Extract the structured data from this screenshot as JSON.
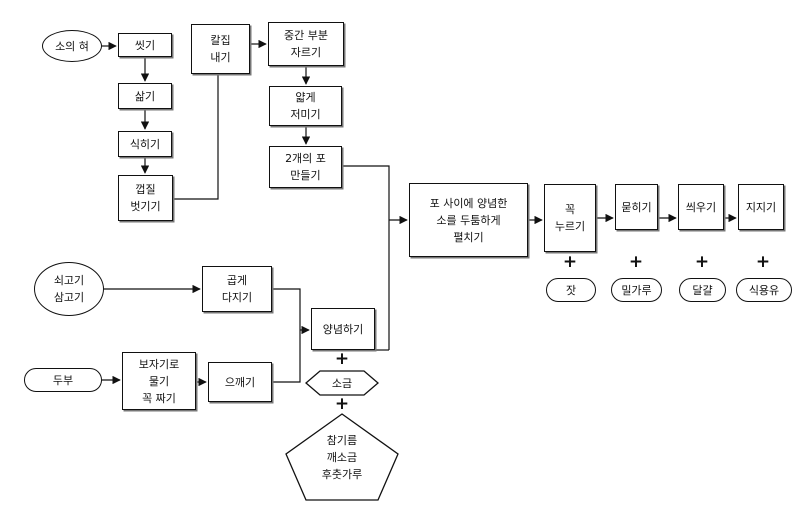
{
  "nodes": {
    "tongue": "소의 혀",
    "wash": "씻기",
    "boil": "삶기",
    "cool": "식히기",
    "peel": "껍질\n벗기기",
    "slit": "칼집\n내기",
    "cut_middle": "중간 부분\n자르기",
    "slice_thin": "얇게\n저미기",
    "make_two": "2개의 포\n만들기",
    "spread_filling": "포 사이에 양념한\n소를 두툼하게\n펼치기",
    "press": "꼭\n누르기",
    "coat": "묻히기",
    "dip": "씌우기",
    "fry": "지지기",
    "beef_pork": "쇠고기\n삼고기",
    "mince": "곱게\n다지기",
    "tofu": "두부",
    "squeeze": "보자기로\n물기\n꼭 짜기",
    "crush": "으깨기",
    "season": "양념하기",
    "salt": "소금",
    "seasonings": "참기름\n깨소금\n후춧가루",
    "pine_nut": "잣",
    "flour": "밀가루",
    "egg": "달걀",
    "oil": "식용유"
  },
  "plus_sign": "+"
}
